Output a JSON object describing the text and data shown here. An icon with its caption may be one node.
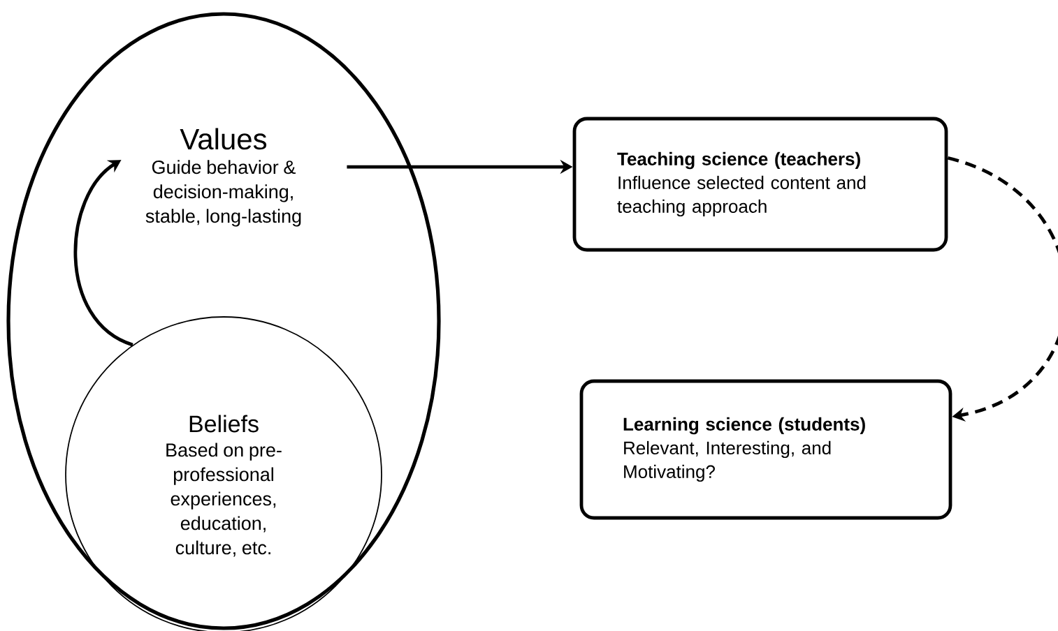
{
  "diagram": {
    "nodes": [
      {
        "text": [
          "Values",
          "Guide behavior & decision-making, stable, long-lasting"
        ]
      },
      {
        "text": [
          "Beliefs",
          "Based on pre-professional experiences, education, culture, etc."
        ],
        "in": 0
      },
      {
        "text": [
          "Teaching science (teachers)",
          "Influence selected content and teaching approach"
        ]
      },
      {
        "text": [
          "Learning science (students)",
          "Relevant, Interesting, and Motivating?"
        ]
      }
    ],
    "edges": [
      {
        "from": 1,
        "to": 0,
        "arrow": "to"
      },
      {
        "from": 0,
        "to": 2,
        "arrow": "to"
      },
      {
        "from": 2,
        "to": 3,
        "arrow": "to",
        "style": "dashed"
      }
    ]
  }
}
